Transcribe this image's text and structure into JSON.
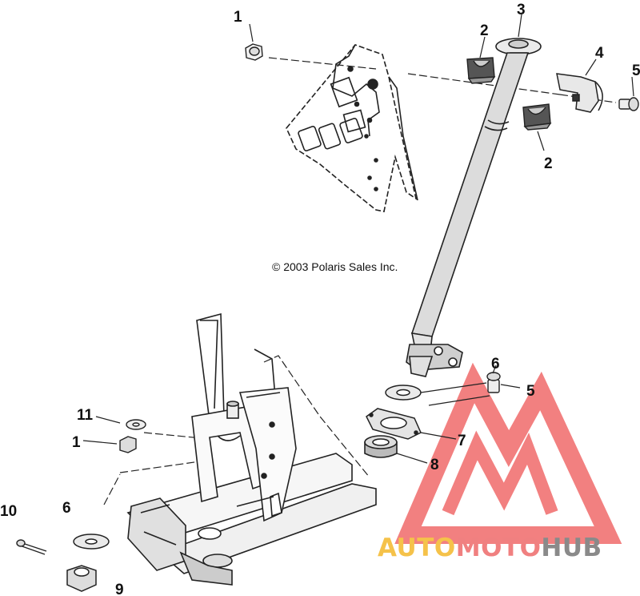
{
  "diagram": {
    "copyright": "© 2003 Polaris Sales Inc.",
    "callouts": [
      "1",
      "2",
      "3",
      "2",
      "4",
      "5",
      "6",
      "5",
      "7",
      "8",
      "11",
      "1",
      "10",
      "6",
      "9"
    ]
  },
  "watermark": {
    "part1": "AUTO",
    "part2": "MOTO",
    "part3": "HUB",
    "colors": {
      "auto": "#f5c24a",
      "moto": "#f08080",
      "hub": "#8a8a8a",
      "logo": "#f07070"
    }
  }
}
